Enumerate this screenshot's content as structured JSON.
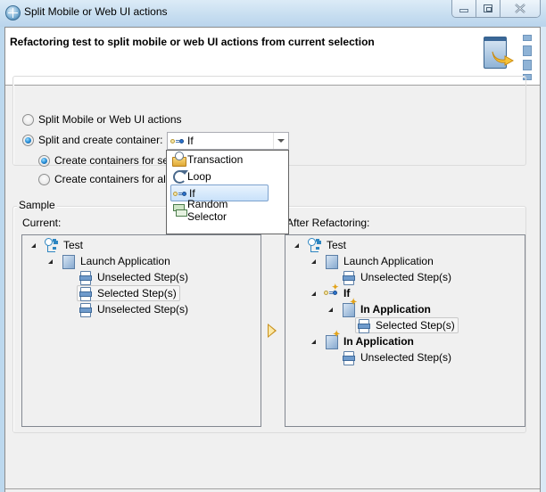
{
  "window": {
    "title": "Split Mobile or Web UI actions",
    "controls": [
      "minimize",
      "maximize",
      "close"
    ]
  },
  "header": {
    "title": "Refactoring test to split mobile or web UI actions from current selection",
    "graphic": "wizard-banner-icon"
  },
  "options": {
    "radio_split_ui": {
      "label": "Split Mobile or Web UI actions",
      "checked": false
    },
    "radio_split_container": {
      "label": "Split and create container:",
      "checked": true
    },
    "container_type": {
      "selected": "If",
      "options": [
        {
          "label": "Transaction",
          "icon": "transaction-icon"
        },
        {
          "label": "Loop",
          "icon": "loop-icon"
        },
        {
          "label": "If",
          "icon": "if-icon",
          "highlighted": true
        },
        {
          "label": "Random Selector",
          "icon": "random-selector-icon"
        }
      ]
    },
    "radio_selected": {
      "label": "Create containers for sel",
      "checked": true
    },
    "radio_all": {
      "label": "Create containers for all",
      "checked": false
    }
  },
  "sample": {
    "legend": "Sample",
    "current_label": "Current:",
    "after_label": "After Refactoring:",
    "current_tree": [
      {
        "label": "Test",
        "icon": "test-icon",
        "level": 0,
        "expanded": true
      },
      {
        "label": "Launch Application",
        "icon": "application-icon",
        "level": 1,
        "expanded": true
      },
      {
        "label": "Unselected Step(s)",
        "icon": "step-icon",
        "level": 2
      },
      {
        "label": "Selected Step(s)",
        "icon": "step-icon",
        "level": 2,
        "selected": true
      },
      {
        "label": "Unselected Step(s)",
        "icon": "step-icon",
        "level": 2
      }
    ],
    "after_tree": [
      {
        "label": "Test",
        "icon": "test-icon",
        "level": 0,
        "expanded": true
      },
      {
        "label": "Launch Application",
        "icon": "application-icon",
        "level": 1,
        "expanded": true
      },
      {
        "label": "Unselected Step(s)",
        "icon": "step-icon",
        "level": 2
      },
      {
        "label": "If",
        "icon": "if-new-icon",
        "level": 1,
        "expanded": true,
        "bold": true
      },
      {
        "label": "In Application",
        "icon": "application-new-icon",
        "level": 2,
        "expanded": true,
        "bold": true
      },
      {
        "label": "Selected Step(s)",
        "icon": "step-icon",
        "level": 3,
        "selected": true
      },
      {
        "label": "In Application",
        "icon": "application-new-icon",
        "level": 1,
        "expanded": true,
        "bold": true
      },
      {
        "label": "Unselected Step(s)",
        "icon": "step-icon",
        "level": 2
      }
    ]
  }
}
